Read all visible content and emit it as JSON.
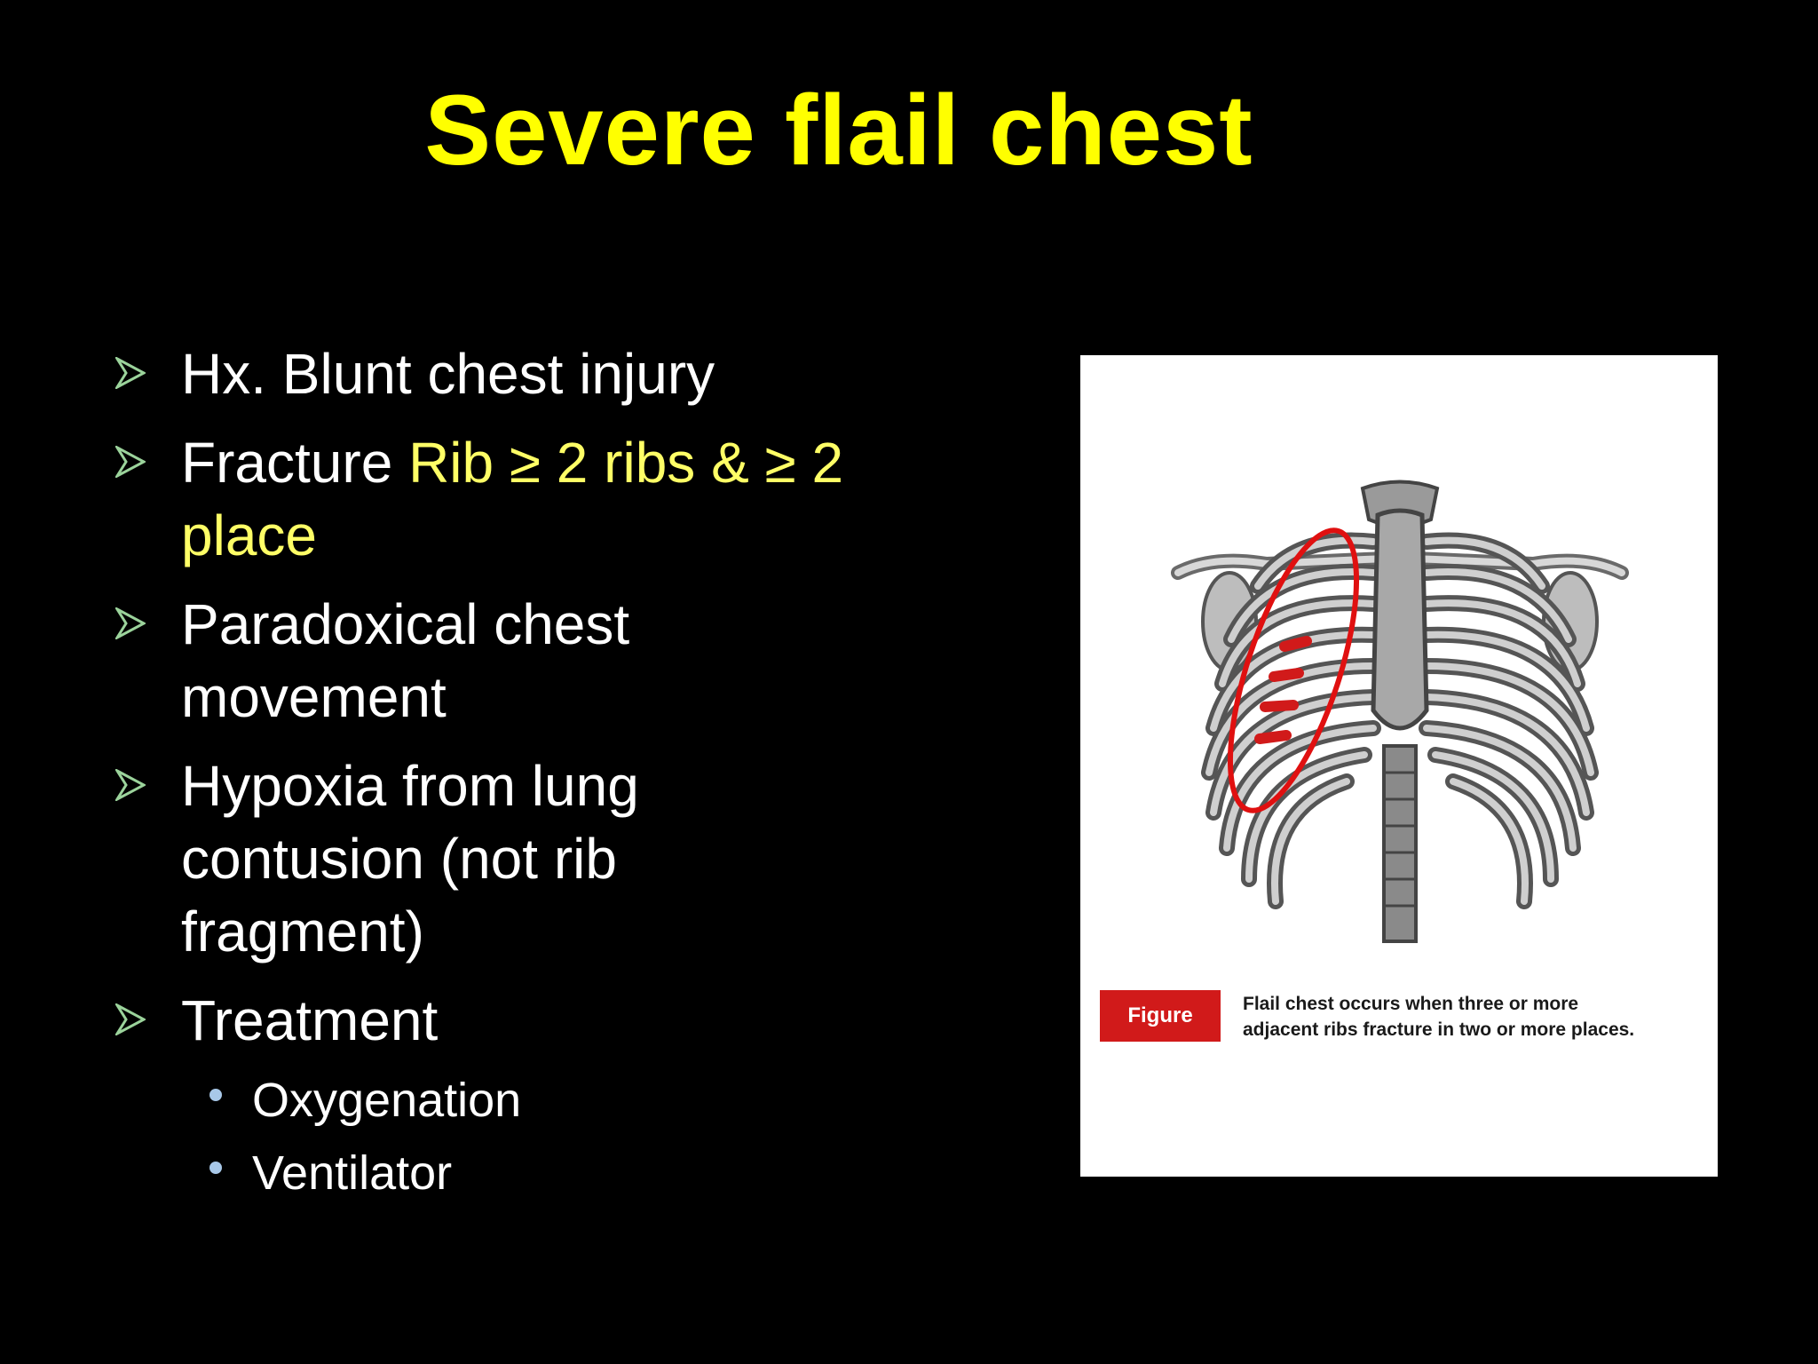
{
  "colors": {
    "background": "#000000",
    "title": "#ffff00",
    "text": "#ffffff",
    "highlight": "#ffff66",
    "arrow": "#9bd39b",
    "sub_bullet": "#a8c8e8",
    "figure_badge": "#d11a1a",
    "fracture": "#d11a1a"
  },
  "slide": {
    "title": "Severe flail chest",
    "bullets": [
      {
        "text": "Hx. Blunt chest injury"
      },
      {
        "text": "Fracture ",
        "highlight": "Rib ≥ 2 ribs & ≥ 2 place"
      },
      {
        "text": "Paradoxical chest movement"
      },
      {
        "text": "Hypoxia from lung contusion (not rib fragment)"
      },
      {
        "text": "Treatment"
      }
    ],
    "sub_bullets": [
      {
        "text": "Oxygenation"
      },
      {
        "text": "Ventilator"
      }
    ]
  },
  "figure": {
    "icon": "ribcage-illustration",
    "badge": "Figure",
    "caption_line1": "Flail chest occurs when three or more",
    "caption_line2": "adjacent ribs fracture in two or more places."
  }
}
